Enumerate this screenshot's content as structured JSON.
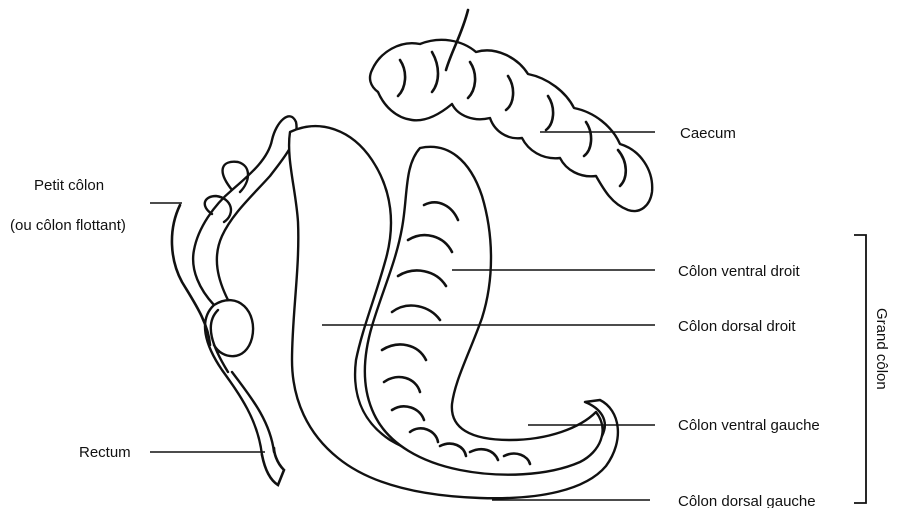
{
  "labels": {
    "petit_colon_line1": "Petit côlon",
    "petit_colon_line2": "(ou côlon flottant)",
    "rectum": "Rectum",
    "caecum": "Caecum",
    "colon_ventral_droit": "Côlon ventral droit",
    "colon_dorsal_droit": "Côlon dorsal droit",
    "colon_ventral_gauche": "Côlon ventral gauche",
    "colon_dorsal_gauche": "Côlon dorsal gauche",
    "grand_colon": "Grand côlon"
  },
  "colors": {
    "ink": "#111111",
    "background": "#ffffff"
  }
}
